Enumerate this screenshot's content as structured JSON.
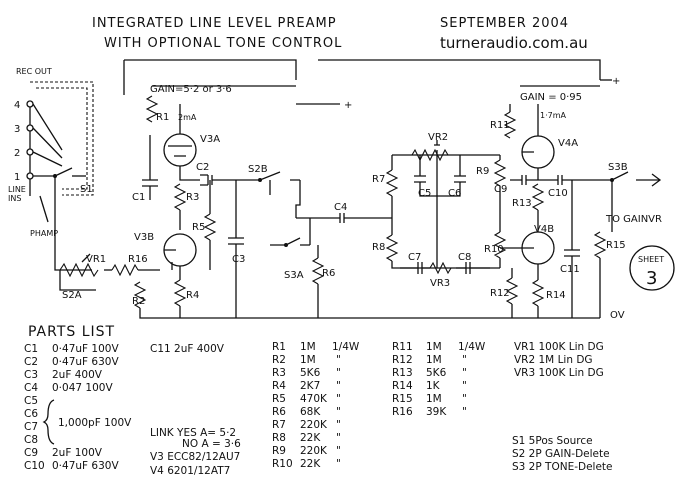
{
  "title": {
    "line1": "INTEGRATED LINE LEVEL PREAMP",
    "line2": "WITH OPTIONAL TONE CONTROL",
    "date": "SEPTEMBER 2004",
    "site": "turneraudio.com.au"
  },
  "labels": {
    "rec_out": "REC OUT",
    "line_ins_1": "LINE",
    "line_ins_2": "INS",
    "s1": "S1",
    "phamp": "PHAMP",
    "sw": [
      "4",
      "3",
      "2",
      "1"
    ],
    "gain_v3": "GAIN=5·2 or 3·6",
    "gain_v4": "GAIN = 0·95",
    "plus_1": "+",
    "plus_2": "+",
    "current_v3": "2mA",
    "current_v4": "1·7mA",
    "v3a": "V3A",
    "v3b": "V3B",
    "v4a": "V4A",
    "v4b": "V4B",
    "r1": "R1",
    "r2": "R2",
    "r3": "R3",
    "r4": "R4",
    "r5": "R5",
    "r6": "R6",
    "r7": "R7",
    "r8": "R8",
    "r9": "R9",
    "r10": "R10",
    "r11": "R11",
    "r12": "R12",
    "r13": "R13",
    "r14": "R14",
    "r15": "R15",
    "r16": "R16",
    "c1": "C1",
    "c2": "C2",
    "c3": "C3",
    "c4": "C4",
    "c5": "C5",
    "c6": "C6",
    "c7": "C7",
    "c8": "C8",
    "c9": "C9",
    "c10": "C10",
    "c11": "C11",
    "vr1": "VR1",
    "vr2": "VR2",
    "vr3": "VR3",
    "s2a": "S2A",
    "s2b": "S2B",
    "s3a": "S3A",
    "s3b": "S3B",
    "to_gainvr": "TO GAINVR",
    "sheet_word": "SHEET",
    "sheet_num": "3",
    "ov": "OV"
  },
  "parts_list": {
    "heading": "PARTS LIST",
    "capacitors": [
      {
        "ref": "C1",
        "value": "0·47uF 100V"
      },
      {
        "ref": "C2",
        "value": "0·47uF 630V"
      },
      {
        "ref": "C3",
        "value": "2uF 400V"
      },
      {
        "ref": "C4",
        "value": "0·047 100V"
      },
      {
        "ref": "C5",
        "value": ""
      },
      {
        "ref": "C6",
        "value": ""
      },
      {
        "ref": "C7",
        "value": ""
      },
      {
        "ref": "C8",
        "value": ""
      },
      {
        "ref": "C9",
        "value": "2uF 100V"
      },
      {
        "ref": "C10",
        "value": "0·47uF 630V"
      }
    ],
    "c5_c8_group": "1,000pF 100V",
    "c11": "C11  2uF  400V",
    "resistors_a": [
      {
        "ref": "R1",
        "value": "1M",
        "unit": "1/4W"
      },
      {
        "ref": "R2",
        "value": "1M",
        "unit": "\""
      },
      {
        "ref": "R3",
        "value": "5K6",
        "unit": "\""
      },
      {
        "ref": "R4",
        "value": "2K7",
        "unit": "\""
      },
      {
        "ref": "R5",
        "value": "470K",
        "unit": "\""
      },
      {
        "ref": "R6",
        "value": "68K",
        "unit": "\""
      },
      {
        "ref": "R7",
        "value": "220K",
        "unit": "\""
      },
      {
        "ref": "R8",
        "value": "22K",
        "unit": "\""
      },
      {
        "ref": "R9",
        "value": "220K",
        "unit": "\""
      },
      {
        "ref": "R10",
        "value": "22K",
        "unit": "\""
      }
    ],
    "resistors_b": [
      {
        "ref": "R11",
        "value": "1M",
        "unit": "1/4W"
      },
      {
        "ref": "R12",
        "value": "1M",
        "unit": "\""
      },
      {
        "ref": "R13",
        "value": "5K6",
        "unit": "\""
      },
      {
        "ref": "R14",
        "value": "1K",
        "unit": "\""
      },
      {
        "ref": "R15",
        "value": "1M",
        "unit": "\""
      },
      {
        "ref": "R16",
        "value": "39K",
        "unit": "\""
      }
    ],
    "pots": [
      "VR1  100K Lin DG",
      "VR2  1M Lin  DG",
      "VR3  100K Lin DG"
    ],
    "link_1": "LINK YES  A= 5·2",
    "link_2": "NO  A = 3·6",
    "valve_1": "V3  ECC82/12AU7",
    "valve_2": "V4  6201/12AT7",
    "switches": [
      "S1   5Pos Source",
      "S2  2P GAIN-Delete",
      "S3  2P TONE-Delete"
    ]
  }
}
